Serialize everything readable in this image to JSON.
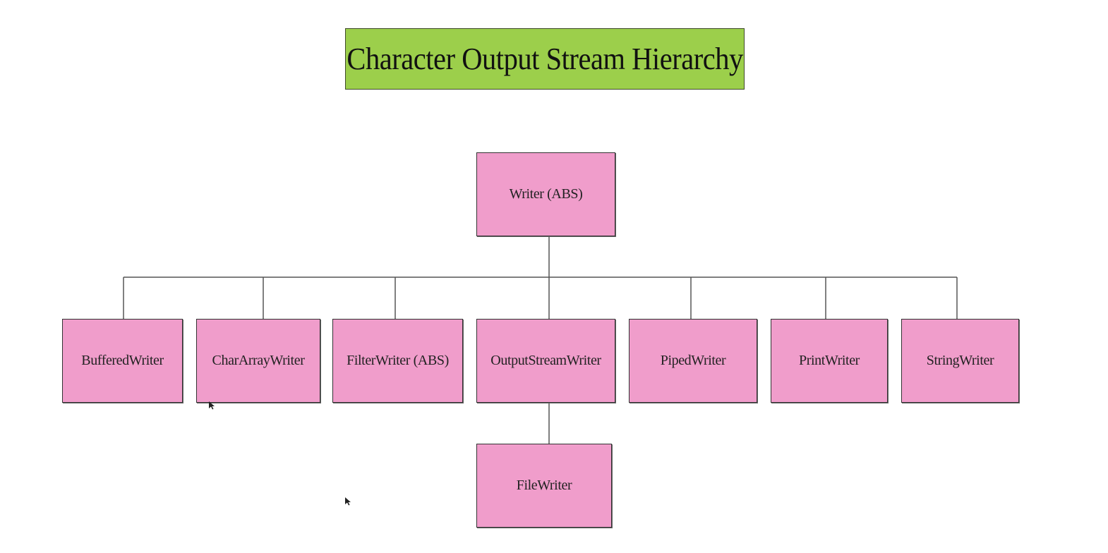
{
  "title": "Character Output Stream Hierarchy",
  "colors": {
    "title_fill": "#9ccf4b",
    "node_fill": "#f09dcb",
    "line": "#555555"
  },
  "nodes": {
    "writer": "Writer (ABS)",
    "buffered_writer": "BufferedWriter",
    "char_array_writer": "CharArrayWriter",
    "filter_writer": "FilterWriter (ABS)",
    "output_stream_writer": "OutputStreamWriter",
    "piped_writer": "PipedWriter",
    "print_writer": "PrintWriter",
    "string_writer": "StringWriter",
    "file_writer": "FileWriter"
  },
  "edges": [
    [
      "writer",
      "buffered_writer"
    ],
    [
      "writer",
      "char_array_writer"
    ],
    [
      "writer",
      "filter_writer"
    ],
    [
      "writer",
      "output_stream_writer"
    ],
    [
      "writer",
      "piped_writer"
    ],
    [
      "writer",
      "print_writer"
    ],
    [
      "writer",
      "string_writer"
    ],
    [
      "output_stream_writer",
      "file_writer"
    ]
  ]
}
